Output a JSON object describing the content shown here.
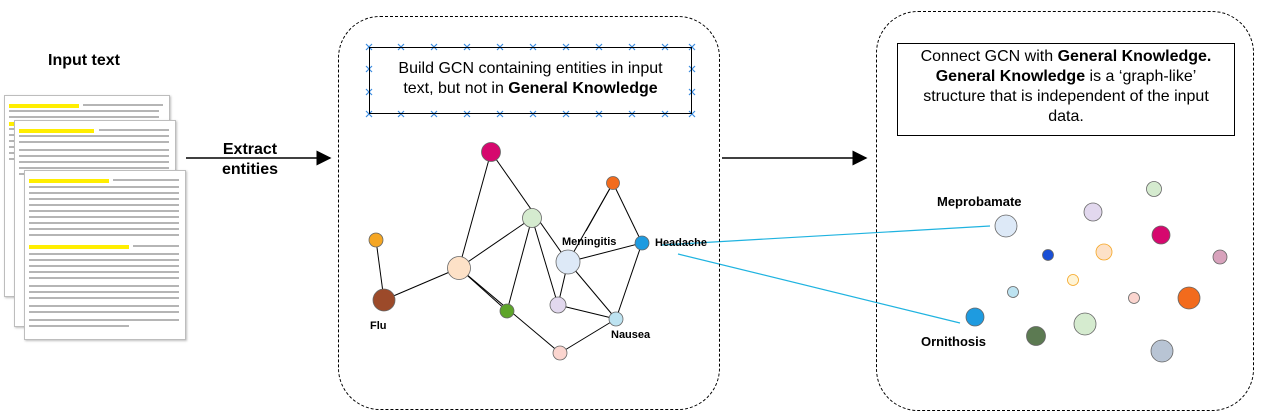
{
  "input": {
    "title": "Input text"
  },
  "arrow1": {
    "label_line1": "Extract",
    "label_line2": "entities"
  },
  "gcn": {
    "box_line1": "Build GCN containing entities in input",
    "box_line2_prefix": "text, but not in ",
    "box_line2_bold": "General Knowledge",
    "labels": {
      "flu": "Flu",
      "meningitis": "Meningitis",
      "headache": "Headache",
      "nausea": "Nausea"
    }
  },
  "knowledge": {
    "box_line1_prefix": "Connect GCN with ",
    "box_line1_bold": "General Knowledge.",
    "box_line2_bold": "General Knowledge",
    "box_line2_suffix": " is a ‘graph-like’",
    "box_line3": "structure that is independent of the input",
    "box_line4": "data.",
    "labels": {
      "meprobamate": "Meprobamate",
      "ornithosis": "Ornithosis"
    }
  },
  "colors": {
    "link": "#1fb3e0",
    "highlight": "#ffee00",
    "magenta": "#d6086e",
    "orange": "#f5a623",
    "brown": "#9c4a2a",
    "blue": "#1e9be0",
    "green": "#5ea52a"
  }
}
